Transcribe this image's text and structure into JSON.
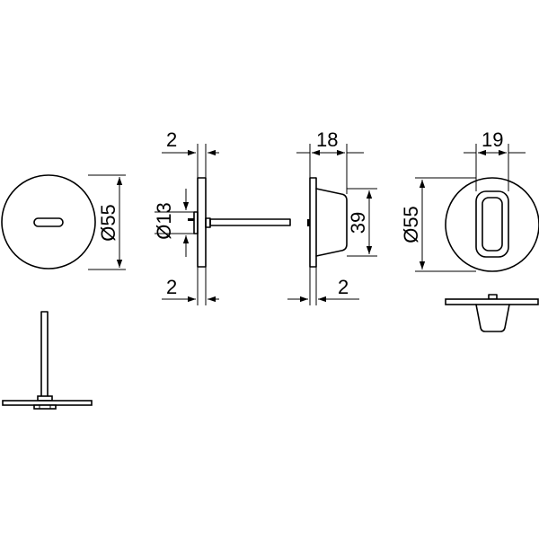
{
  "dimensions": {
    "left_diameter": "Ø55",
    "rose_thickness_top": "2",
    "spindle_diameter": "Ø13",
    "rose_thickness_bottom": "2",
    "indicator_depth": "18",
    "indicator_height": "39",
    "indicator_rose_thickness": "2",
    "right_width": "19",
    "right_diameter": "Ø55"
  }
}
